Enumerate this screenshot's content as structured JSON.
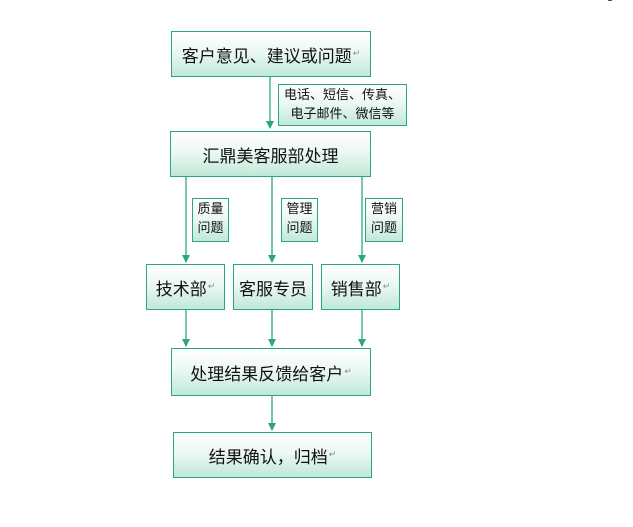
{
  "colors": {
    "accent": "#2aa781",
    "box_fill": "#bfe9d8"
  },
  "boxes": {
    "feedback": "客户意见、建议或问题",
    "service_dept": "汇鼎美客服部处理",
    "tech_dept": "技术部",
    "service_staff": "客服专员",
    "sales_dept": "销售部",
    "result_feedback": "处理结果反馈给客户",
    "confirm_archive": "结果确认，归档"
  },
  "labels": {
    "channels": [
      "电话、短信、传真、",
      "电子邮件、微信等"
    ],
    "quality": [
      "质量",
      "问题"
    ],
    "management": [
      "管理",
      "问题"
    ],
    "marketing": [
      "营销",
      "问题"
    ]
  },
  "paragraph_mark": "↵"
}
